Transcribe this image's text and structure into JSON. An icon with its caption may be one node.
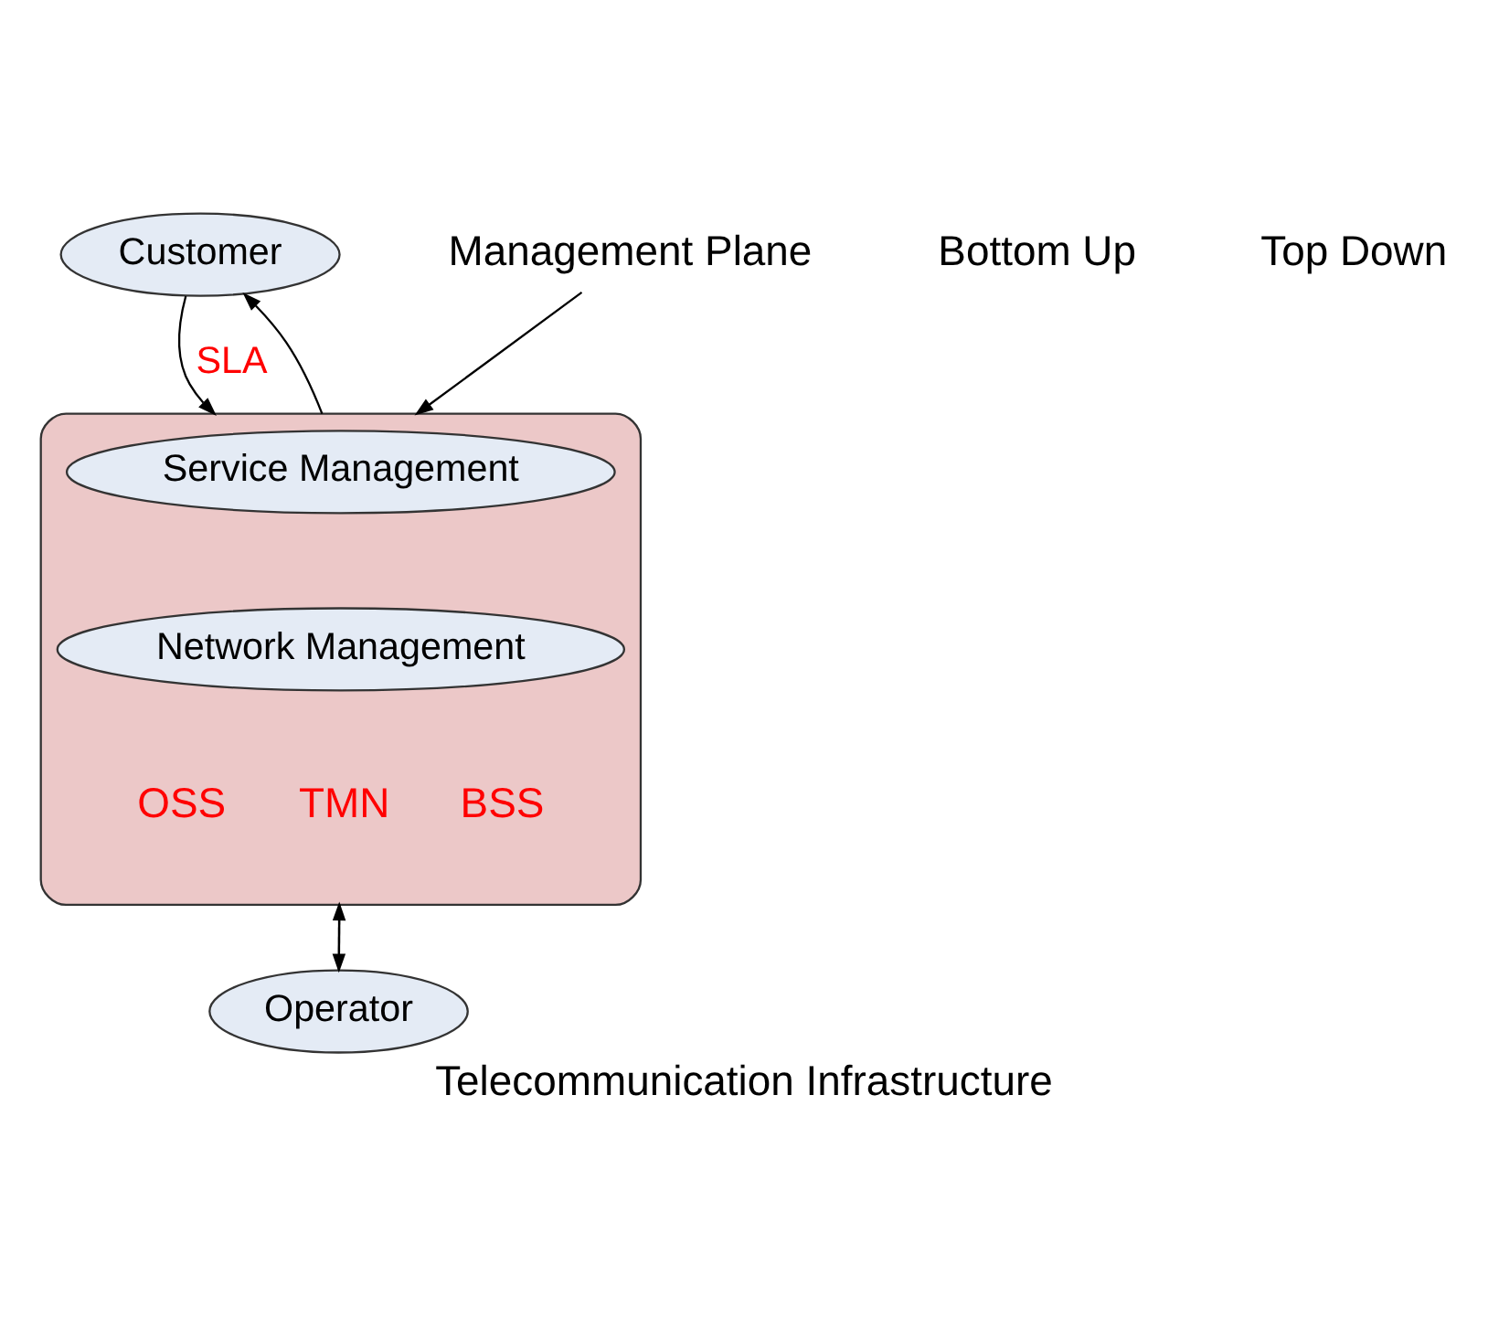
{
  "diagram": {
    "caption": "Telecommunication Infrastructure",
    "nodes": [
      {
        "text": [
          "Customer"
        ]
      },
      {
        "text": [
          "OSS",
          "TMN",
          "BSS"
        ]
      },
      {
        "text": [
          "Service Management"
        ],
        "in": 1
      },
      {
        "text": [
          "Network Management"
        ],
        "in": 1
      },
      {
        "text": [
          "Operator"
        ]
      },
      {
        "text": [
          "Management Plane"
        ]
      }
    ],
    "edges": [
      {
        "from": 0,
        "to": 1,
        "arrow": "to",
        "label": "SLA"
      },
      {
        "from": 1,
        "to": 0,
        "arrow": "to"
      },
      {
        "from": 1,
        "to": 4,
        "arrow": "to"
      },
      {
        "from": 4,
        "to": 1,
        "arrow": "to"
      },
      {
        "from": 5,
        "to": 1,
        "arrow": "to"
      }
    ],
    "labels": [
      "Bottom Up",
      "Top Down"
    ]
  }
}
